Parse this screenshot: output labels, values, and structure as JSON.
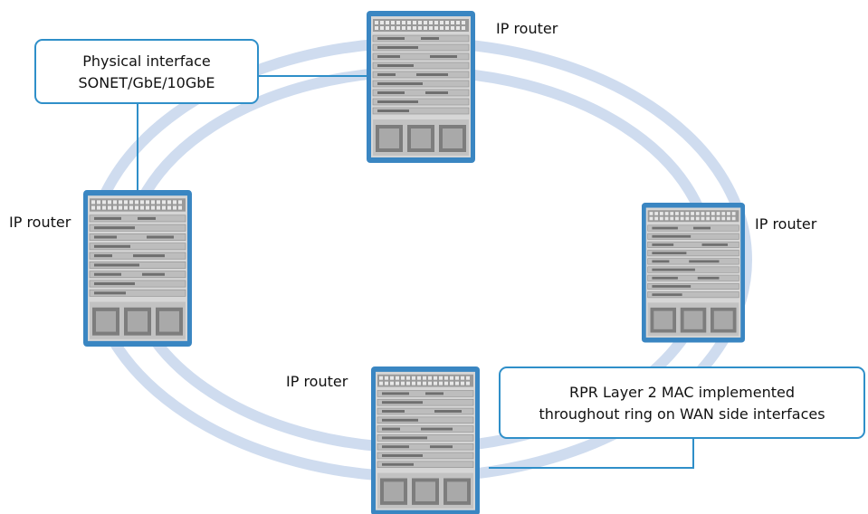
{
  "routers": [
    {
      "label": "IP router"
    },
    {
      "label": "IP router"
    },
    {
      "label": "IP router"
    },
    {
      "label": "IP router"
    }
  ],
  "callouts": {
    "physical": {
      "line1": "Physical interface",
      "line2": "SONET/GbE/10GbE"
    },
    "rpr": {
      "line1": "RPR Layer 2 MAC implemented",
      "line2": "throughout ring on WAN side interfaces"
    }
  },
  "colors": {
    "ring": "#cfdcef",
    "callout_border": "#2f8fc9",
    "router_frame": "#3a86c2",
    "router_body": "#d9d9d9"
  }
}
